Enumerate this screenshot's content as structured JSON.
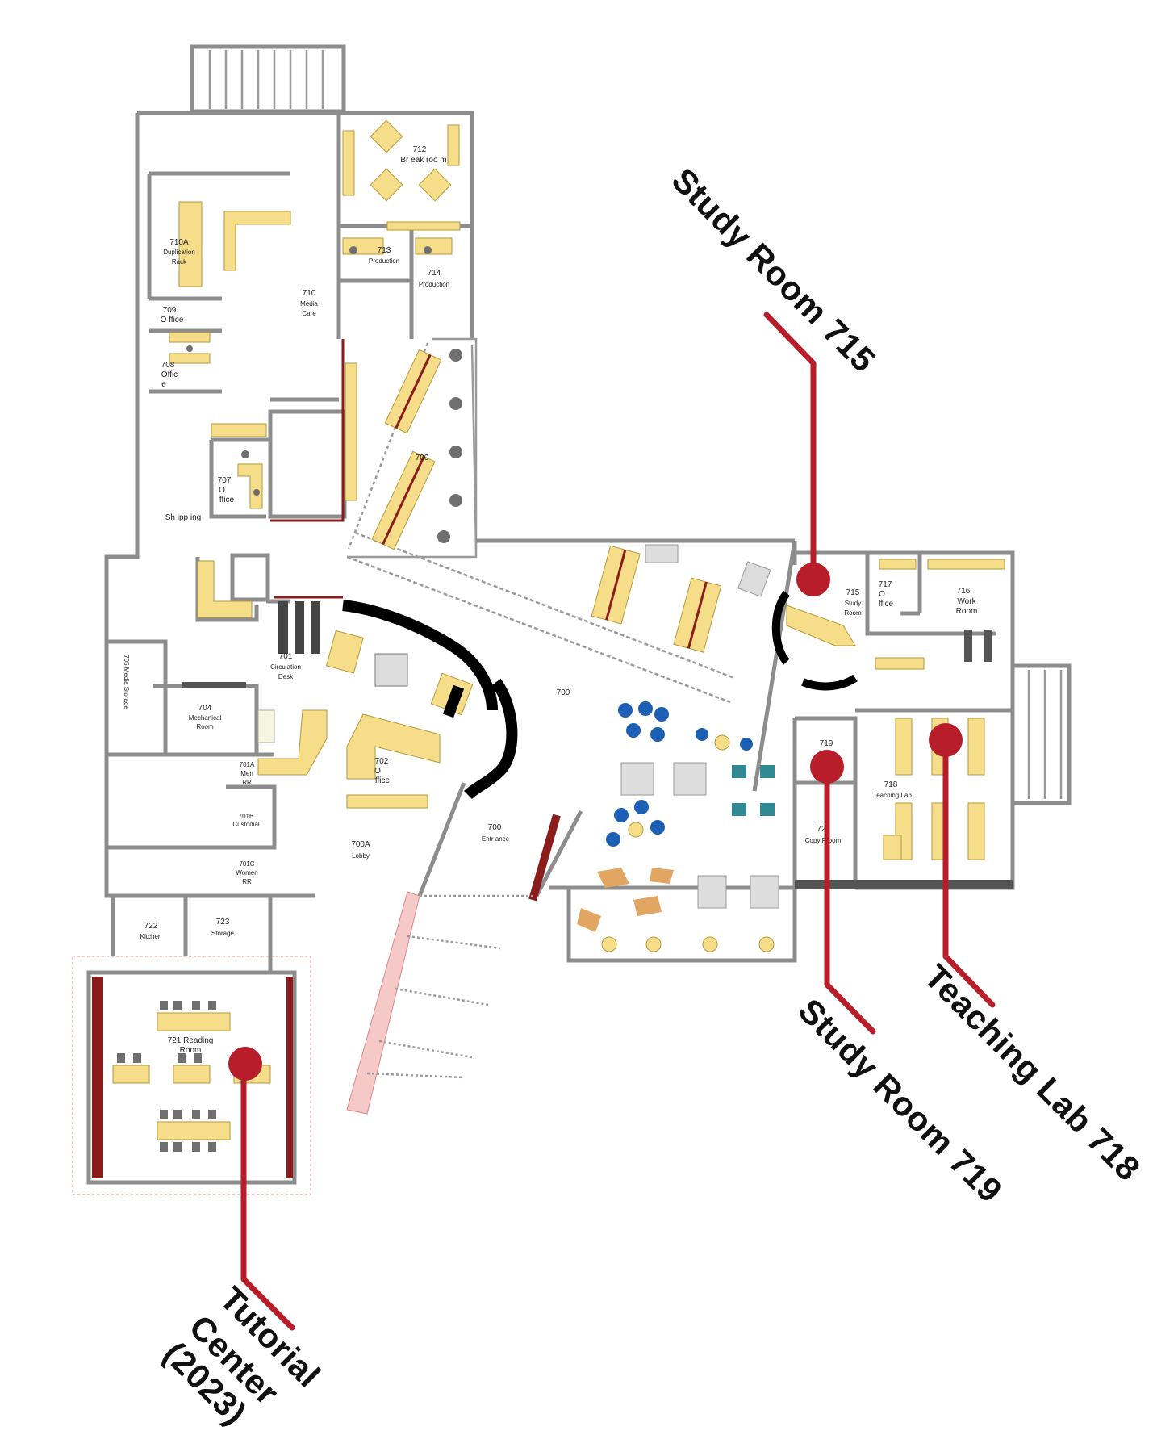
{
  "rooms": {
    "r712": {
      "num": "712",
      "name": "Br eak roo m"
    },
    "r713": {
      "num": "713",
      "name": "Production"
    },
    "r714": {
      "num": "714",
      "name": "Production"
    },
    "r710a": {
      "num": "710A",
      "name1": "Duplication",
      "name2": "Rack"
    },
    "r710": {
      "num": "710",
      "name1": "Media",
      "name2": "Care"
    },
    "r709": {
      "num": "709",
      "name": "O ffice"
    },
    "r708": {
      "num": "708",
      "name1": "Offic",
      "name2": "e"
    },
    "r707": {
      "num": "707",
      "name1": "O",
      "name2": "ffice"
    },
    "shipping": {
      "name": "Sh ipp ing"
    },
    "r700a": {
      "num": "700"
    },
    "r701": {
      "num": "701",
      "name1": "Circulation",
      "name2": "Desk"
    },
    "r705": {
      "name": "705 Media Storage"
    },
    "r704": {
      "num": "704",
      "name1": "Mechanical",
      "name2": "Room"
    },
    "r702": {
      "num": "702",
      "name1": "O",
      "name2": "ffice"
    },
    "r700b": {
      "num": "700"
    },
    "r701a": {
      "num": "701A",
      "name1": "Men",
      "name2": "RR"
    },
    "r701b": {
      "num": "701B",
      "name": "Custodial"
    },
    "r701c": {
      "num": "701C",
      "name1": "Women",
      "name2": "RR"
    },
    "r700lobby": {
      "num": "700A",
      "name": "Lobby"
    },
    "r700entr": {
      "num": "700",
      "name": "Entr ance"
    },
    "r722": {
      "num": "722",
      "name": "Kitchen"
    },
    "r723": {
      "num": "723",
      "name": "Storage"
    },
    "r721": {
      "line1": "721 Reading",
      "line2": "Room"
    },
    "r715": {
      "num": "715",
      "name1": "Study",
      "name2": "Room"
    },
    "r717": {
      "num": "717",
      "name1": "O",
      "name2": "ffice"
    },
    "r716": {
      "num": "716",
      "name1": "Work",
      "name2": "Room"
    },
    "r719": {
      "num": "719"
    },
    "r718": {
      "num": "718",
      "name": "Teaching Lab"
    },
    "r720": {
      "num": "72",
      "name": "Copy R oom"
    }
  },
  "callouts": {
    "study715": "Study Room 715",
    "study719": "Study Room 719",
    "lab718": "Teaching Lab 718",
    "tutorial_l1": "Tutorial",
    "tutorial_l2": "Center",
    "tutorial_l3": "(2023)"
  },
  "colors": {
    "accent": "#b81d2a",
    "furniture": "#f5dd8a",
    "wall": "#8d8d8d"
  }
}
